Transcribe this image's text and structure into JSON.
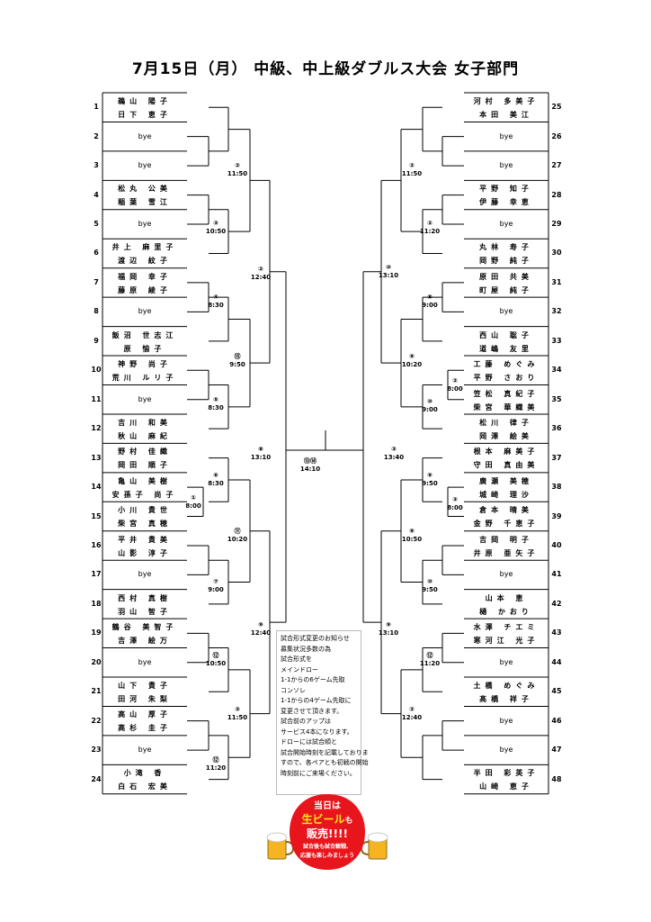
{
  "title": "7月15日（月） 中級、中上級ダブルス大会 女子部門",
  "left_entries": [
    {
      "num": "1",
      "players": [
        "鵜山 陽子",
        "日下 恵子"
      ]
    },
    {
      "num": "2",
      "players": [
        "bye"
      ]
    },
    {
      "num": "3",
      "players": [
        "bye"
      ]
    },
    {
      "num": "4",
      "players": [
        "松丸 公美",
        "稲葉 雪江"
      ]
    },
    {
      "num": "5",
      "players": [
        "bye"
      ]
    },
    {
      "num": "6",
      "players": [
        "井上 麻里子",
        "渡辺 紋子"
      ]
    },
    {
      "num": "7",
      "players": [
        "福岡 幸子",
        "藤原 綾子"
      ]
    },
    {
      "num": "8",
      "players": [
        "bye"
      ]
    },
    {
      "num": "9",
      "players": [
        "飯沼 世志江",
        "原 愉子"
      ]
    },
    {
      "num": "10",
      "players": [
        "神野 尚子",
        "荒川 ルリ子"
      ]
    },
    {
      "num": "11",
      "players": [
        "bye"
      ]
    },
    {
      "num": "12",
      "players": [
        "吉川 和美",
        "秋山 麻紀"
      ]
    },
    {
      "num": "13",
      "players": [
        "野村 佳織",
        "岡田 順子"
      ]
    },
    {
      "num": "14",
      "players": [
        "亀山 美樹",
        "安孫子 尚子"
      ]
    },
    {
      "num": "15",
      "players": [
        "小川 貴世",
        "柴宮 真穂"
      ]
    },
    {
      "num": "16",
      "players": [
        "平井 貴美",
        "山影 淳子"
      ]
    },
    {
      "num": "17",
      "players": [
        "bye"
      ]
    },
    {
      "num": "18",
      "players": [
        "西村 真樹",
        "羽山 智子"
      ]
    },
    {
      "num": "19",
      "players": [
        "鶴谷 美智子",
        "吉澤 絵万"
      ]
    },
    {
      "num": "20",
      "players": [
        "bye"
      ]
    },
    {
      "num": "21",
      "players": [
        "山下 貴子",
        "田河 朱梨"
      ]
    },
    {
      "num": "22",
      "players": [
        "高山 厚子",
        "高杉 圭子"
      ]
    },
    {
      "num": "23",
      "players": [
        "bye"
      ]
    },
    {
      "num": "24",
      "players": [
        "小滝 香",
        "白石 宏美"
      ]
    }
  ],
  "right_entries": [
    {
      "num": "25",
      "players": [
        "河村 多美子",
        "本田 美江"
      ]
    },
    {
      "num": "26",
      "players": [
        "bye"
      ]
    },
    {
      "num": "27",
      "players": [
        "bye"
      ]
    },
    {
      "num": "28",
      "players": [
        "平野 知子",
        "伊藤 幸恵"
      ]
    },
    {
      "num": "29",
      "players": [
        "bye"
      ]
    },
    {
      "num": "30",
      "players": [
        "丸林 寿子",
        "岡野 純子"
      ]
    },
    {
      "num": "31",
      "players": [
        "原田 共美",
        "町屋 純子"
      ]
    },
    {
      "num": "32",
      "players": [
        "bye"
      ]
    },
    {
      "num": "33",
      "players": [
        "西山 聡子",
        "道嶋 友里"
      ]
    },
    {
      "num": "34",
      "players": [
        "工藤 めぐみ",
        "平野 さおり"
      ]
    },
    {
      "num": "35",
      "players": [
        "笠松 真紀子",
        "柴宮 華織美"
      ]
    },
    {
      "num": "36",
      "players": [
        "松川 律子",
        "岡澤 絵美"
      ]
    },
    {
      "num": "37",
      "players": [
        "根本 麻美子",
        "守田 真由美"
      ]
    },
    {
      "num": "38",
      "players": [
        "廣瀬 美穂",
        "城崎 理沙"
      ]
    },
    {
      "num": "39",
      "players": [
        "倉本 晴美",
        "金野 千恵子"
      ]
    },
    {
      "num": "40",
      "players": [
        "吉岡 明子",
        "井原 亜矢子"
      ]
    },
    {
      "num": "41",
      "players": [
        "bye"
      ]
    },
    {
      "num": "42",
      "players": [
        "山本 恵",
        "樋 かおり"
      ]
    },
    {
      "num": "43",
      "players": [
        "水澤 チエミ",
        "寒河江 光子"
      ]
    },
    {
      "num": "44",
      "players": [
        "bye"
      ]
    },
    {
      "num": "45",
      "players": [
        "土橋 めぐみ",
        "髙橋 祥子"
      ]
    },
    {
      "num": "46",
      "players": [
        "bye"
      ]
    },
    {
      "num": "47",
      "players": [
        "bye"
      ]
    },
    {
      "num": "48",
      "players": [
        "半田 彩英子",
        "山崎 恵子"
      ]
    }
  ],
  "match_labels": [
    {
      "mark": "②",
      "time": "11:50"
    },
    {
      "mark": "③",
      "time": "10:50"
    },
    {
      "mark": "④",
      "time": "8:30"
    },
    {
      "mark": "⑮",
      "time": "9:50"
    },
    {
      "mark": "⑤",
      "time": "8:30"
    },
    {
      "mark": "⑥",
      "time": "8:30"
    },
    {
      "mark": "①",
      "time": "8:00"
    },
    {
      "mark": "⑪",
      "time": "10:20"
    },
    {
      "mark": "⑦",
      "time": "9:00"
    },
    {
      "mark": "⑫",
      "time": "10:50"
    },
    {
      "mark": "③",
      "time": "11:50"
    },
    {
      "mark": "⑫",
      "time": "11:20"
    },
    {
      "mark": "②",
      "time": "12:40"
    },
    {
      "mark": "⑧",
      "time": "13:10"
    },
    {
      "mark": "⑨",
      "time": "12:40"
    },
    {
      "mark": "②",
      "time": "11:50"
    },
    {
      "mark": "②",
      "time": "11:20"
    },
    {
      "mark": "⑩",
      "time": "13:10"
    },
    {
      "mark": "⑧",
      "time": "9:00"
    },
    {
      "mark": "⑨",
      "time": "10:20"
    },
    {
      "mark": "②",
      "time": "8:00"
    },
    {
      "mark": "⑩",
      "time": "9:00"
    },
    {
      "mark": "⑨",
      "time": "9:50"
    },
    {
      "mark": "③",
      "time": "8:00"
    },
    {
      "mark": "⑨",
      "time": "10:50"
    },
    {
      "mark": "⑩",
      "time": "9:50"
    },
    {
      "mark": "⑫",
      "time": "11:20"
    },
    {
      "mark": "②",
      "time": "12:40"
    },
    {
      "mark": "③",
      "time": "13:40"
    },
    {
      "mark": "⑨",
      "time": "13:10"
    },
    {
      "mark": "⑬⑭",
      "time": "14:10"
    }
  ],
  "notice_lines": [
    "試合形式変更のお知らせ",
    "募集状況多数の為",
    "試合形式を",
    "メインドロー",
    "1-1からの6ゲーム先取",
    "コンソレ",
    "1-1からの4ゲーム先取に",
    "変更させて頂きます。",
    "試合前のアップは",
    "サービス4本になります。",
    "ドローには試合順と",
    "試合開始時刻を記載しておりま",
    "すので、各ペアとも初戦の開始",
    "時刻前にご来場ください。"
  ],
  "promo": {
    "line1": "当日は",
    "line2": "生ビール",
    "line2b": "も",
    "line3": "販売!!!!",
    "line4": "試合後も試合観戦、",
    "line5": "応援も楽しみましょう"
  },
  "colors": {
    "promo_red": "#e8161c",
    "promo_yellow": "#ffe51a",
    "beer": "#f6b520"
  }
}
